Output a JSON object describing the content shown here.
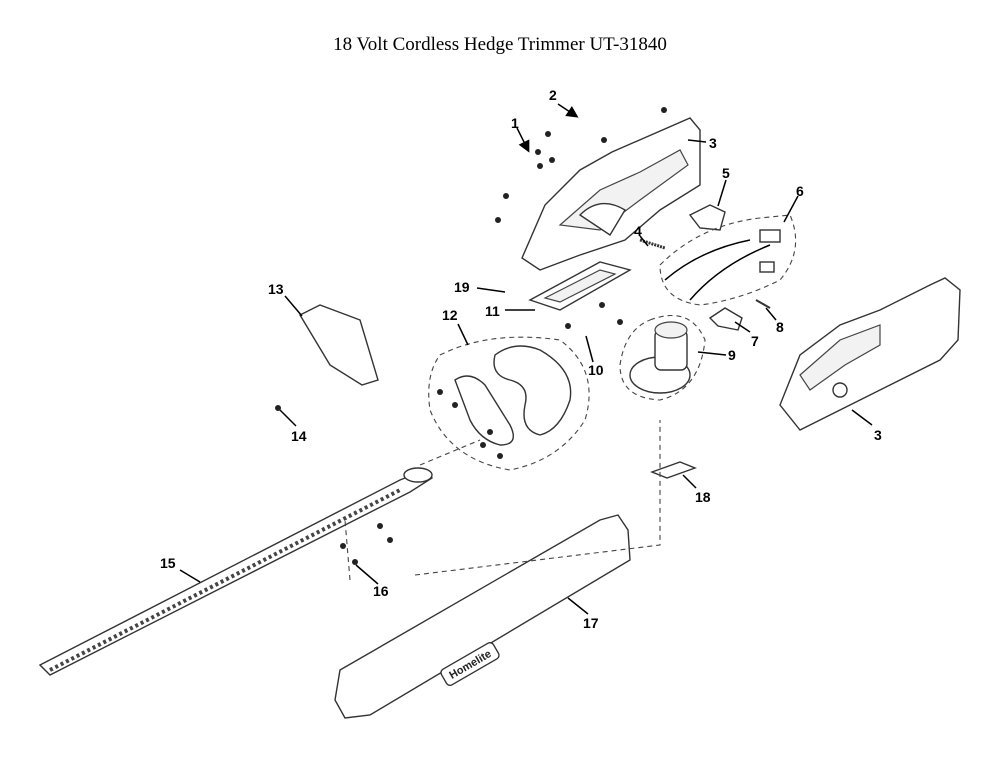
{
  "title": "18 Volt Cordless Hedge Trimmer UT-31840",
  "brand_logo_text": "Homelite",
  "callouts": [
    "1",
    "2",
    "3",
    "3",
    "4",
    "5",
    "6",
    "7",
    "8",
    "9",
    "10",
    "11",
    "12",
    "13",
    "14",
    "15",
    "16",
    "17",
    "18",
    "19"
  ]
}
